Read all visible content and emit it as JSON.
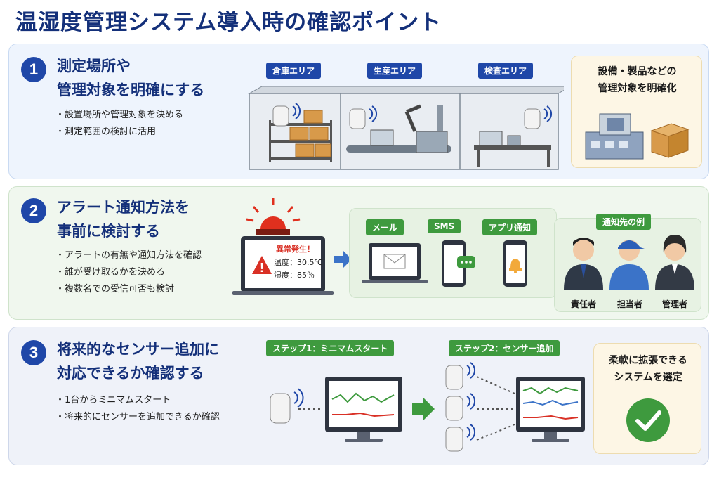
{
  "title": "温湿度管理システム導入時の確認ポイント",
  "section1": {
    "number": "1",
    "heading_line1": "測定場所や",
    "heading_line2": "管理対象を明確にする",
    "bullets": [
      "設置場所や管理対象を決める",
      "測定範囲の検討に活用"
    ],
    "areas": [
      "倉庫エリア",
      "生産エリア",
      "検査エリア"
    ],
    "card_line1": "設備・製品などの",
    "card_line2": "管理対象を明確化"
  },
  "section2": {
    "number": "2",
    "heading_line1": "アラート通知方法を",
    "heading_line2": "事前に検討する",
    "bullets": [
      "アラートの有無や通知方法を確認",
      "誰が受け取るかを決める",
      "複数名での受信可否も検討"
    ],
    "alert_title": "異常発生！",
    "alert_temp": "温度：30.5℃",
    "alert_humidity": "湿度：85％",
    "channels": [
      "メール",
      "SMS",
      "アプリ通知"
    ],
    "recipients_title": "通知先の例",
    "recipients": [
      "責任者",
      "担当者",
      "管理者"
    ]
  },
  "section3": {
    "number": "3",
    "heading_line1": "将来的なセンサー追加に",
    "heading_line2": "対応できるか確認する",
    "bullets": [
      "1台からミニマムスタート",
      "将来的にセンサーを追加できるか確認"
    ],
    "step1": "ステップ1：ミニマムスタート",
    "step2": "ステップ2：センサー追加",
    "card_line1": "柔軟に拡張できる",
    "card_line2": "システムを選定"
  },
  "colors": {
    "navy": "#14307a",
    "blue": "#1f47a8",
    "green": "#3e9a3e",
    "alert_red": "#d93025"
  }
}
